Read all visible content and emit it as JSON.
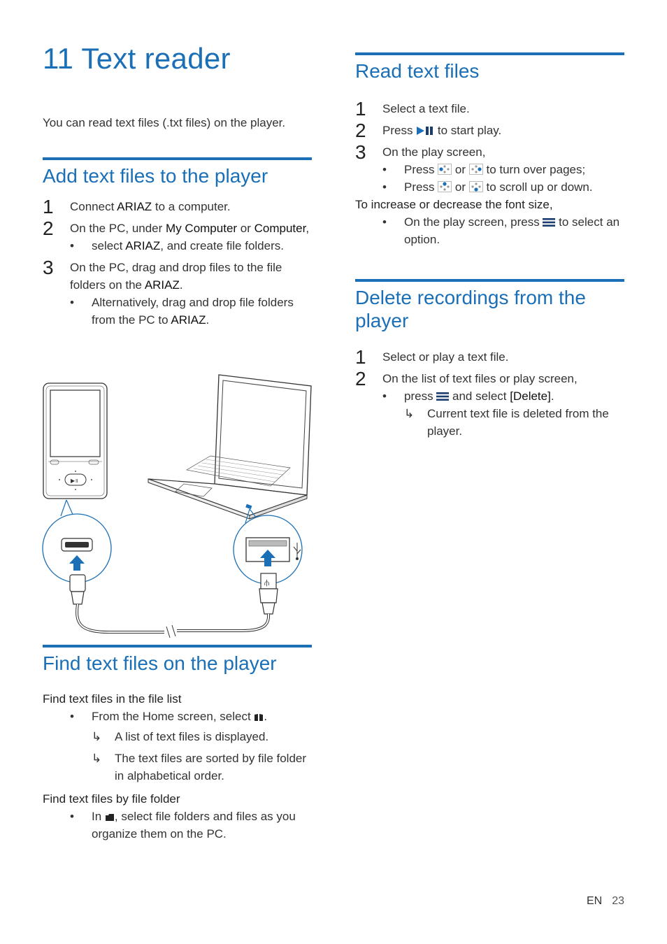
{
  "chapter": {
    "title": "11 Text reader",
    "intro": "You can read text files (.txt files) on the player."
  },
  "add_section": {
    "heading": "Add text files to the player",
    "s1_num": "1",
    "s1_a": "Connect ",
    "s1_kw": "ARIAZ",
    "s1_b": " to a computer.",
    "s2_num": "2",
    "s2_a": "On the PC, under ",
    "s2_kw1": "My Computer",
    "s2_b": " or ",
    "s2_kw2": "Computer",
    "s2_c": ",",
    "s2_bul_a": "select ",
    "s2_bul_kw": "ARIAZ",
    "s2_bul_b": ", and create file folders.",
    "s3_num": "3",
    "s3_a": "On the PC, drag and drop files to the file folders on the ",
    "s3_kw": "ARIAZ",
    "s3_b": ".",
    "s3_bul_a": "Alternatively, drag and drop file folders from the PC to ",
    "s3_bul_kw": "ARIAZ",
    "s3_bul_b": "."
  },
  "find_section": {
    "heading": "Find text files on the player",
    "sub1": "Find text files in the file list",
    "b1_a": "From the Home screen, select ",
    "b1_b": ".",
    "r1": "A list of text files is displayed.",
    "r2": "The text files are sorted by file folder in alphabetical order.",
    "sub2": "Find text files by file folder",
    "b2_a": "In ",
    "b2_b": ", select file folders and files as you organize them on the PC."
  },
  "read_section": {
    "heading": "Read text files",
    "s1_num": "1",
    "s1": "Select a text file.",
    "s2_num": "2",
    "s2_a": "Press ",
    "s2_b": " to start play.",
    "s3_num": "3",
    "s3": "On the play screen,",
    "b1_a": "Press ",
    "b1_or": " or ",
    "b1_b": " to turn over pages;",
    "b2_a": "Press ",
    "b2_or": " or ",
    "b2_b": " to scroll up or down.",
    "font_line": "To increase or decrease the font size,",
    "b3_a": "On the play screen, press ",
    "b3_b": " to select an option."
  },
  "delete_section": {
    "heading": "Delete recordings from the player",
    "s1_num": "1",
    "s1": "Select or play a text file.",
    "s2_num": "2",
    "s2": "On the list of text files or play screen,",
    "b1_a": "press ",
    "b1_b": " and select ",
    "b1_kw": "[Delete]",
    "b1_c": ".",
    "r1": "Current text file is deleted from the player."
  },
  "glyphs": {
    "bullet": "•",
    "result_arrow": "↳"
  },
  "colors": {
    "accent": "#1a6fb6",
    "text": "#333333",
    "arrow_blue": "#1a6fb6"
  },
  "icons": [
    "play-pause-icon",
    "nav-left-right-icon",
    "nav-up-down-icon",
    "menu-icon",
    "ebook-icon",
    "folder-icon",
    "usb-icon"
  ],
  "footer": {
    "lang": "EN",
    "page": "23"
  }
}
